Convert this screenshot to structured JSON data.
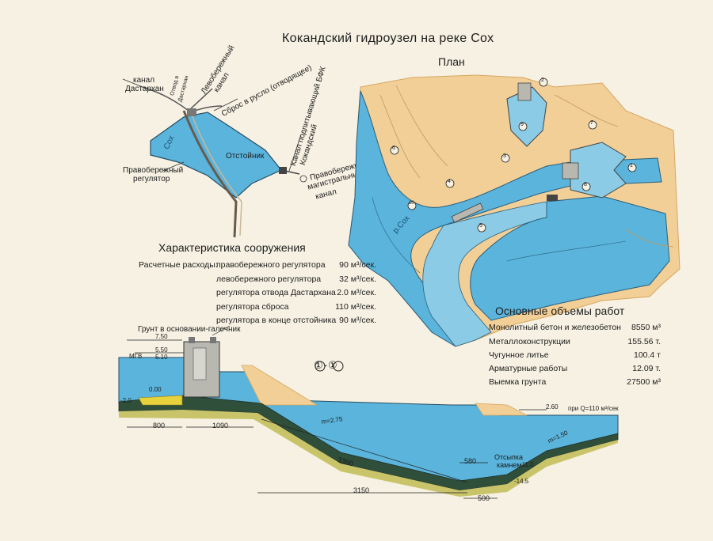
{
  "title": "Кокандский гидроузел на реке Сох",
  "plan": {
    "title": "План",
    "river_label": "р.Сох",
    "markers": [
      "1",
      "2",
      "3",
      "4",
      "5",
      "6",
      "7",
      "8",
      "9",
      "10"
    ]
  },
  "scheme": {
    "labels": {
      "canal_dastarhan_1": "канал",
      "canal_dastarhan_2": "Дастархан",
      "left_canal_1": "Левобережный",
      "left_canal_2": "канал",
      "dastarhan_branch_1": "Отвод в",
      "dastarhan_branch_2": "Дастархан",
      "spillway": "Сброс в русло (отводящее)",
      "feed_canal_1": "Канал подпитывающий БФК",
      "feed_canal_2": "Кокандский",
      "river": "Сох",
      "settler": "Отстойник",
      "right_reg_1": "Правобережный",
      "right_reg_2": "регулятор",
      "right_main_1": "Правобережный",
      "right_main_2": "магистральный",
      "right_main_3": "канал"
    }
  },
  "characteristics": {
    "title": "Характеристика сооружения",
    "lead": "Расчетные расходы:",
    "rows": [
      {
        "name": "правобережного регулятора",
        "value": "90 м³/сек."
      },
      {
        "name": "левобережного регулятора",
        "value": "32 м³/сек."
      },
      {
        "name": "регулятора отвода Дастархана",
        "value": "2.0 м³/сек."
      },
      {
        "name": "регулятора сброса",
        "value": "110 м³/сек."
      },
      {
        "name": "регулятора в конце отстойника",
        "value": "90 м³/сек."
      }
    ]
  },
  "volumes": {
    "title": "Основные объемы работ",
    "rows": [
      {
        "name": "Монолитный бетон и железобетон",
        "value": "8550 м³"
      },
      {
        "name": "Металлоконструкции",
        "value": "155.56 т."
      },
      {
        "name": "Чугунное литье",
        "value": "100.4 т"
      },
      {
        "name": "Арматурные работы",
        "value": "12.09 т."
      },
      {
        "name": "Выемка грунта",
        "value": "27500 м³"
      }
    ]
  },
  "section": {
    "ground_note": "Грунт в основании-галечник",
    "section_mark": "①-①",
    "elev_750": "7.50",
    "mgv": "МГВ",
    "elev_550": "5.50",
    "elev_510": "5.10",
    "elev_000": "0.00",
    "elev_m20": "-2.0",
    "dim_800": "800",
    "dim_1090": "1090",
    "slope_275": "m=2.75",
    "dim_3360": "3360",
    "dim_580": "580",
    "stone_1": "Отсыпка",
    "stone_2": "камнем",
    "slope_150": "m=1.50",
    "elev_m110": "-11.0",
    "elev_m145": "-14.5",
    "dim_3150": "3150",
    "dim_500": "500",
    "elev_260": "2.60",
    "flow_note": "при Q=110 м³/сек"
  },
  "colors": {
    "water": "#5ab4dc",
    "water_dark": "#2f8fbf",
    "land": "#f1cf97",
    "land_edge": "#d8a660",
    "concrete": "#b8b8b0",
    "gravel": "#2f4f3a",
    "paper": "#f6f1e3"
  }
}
